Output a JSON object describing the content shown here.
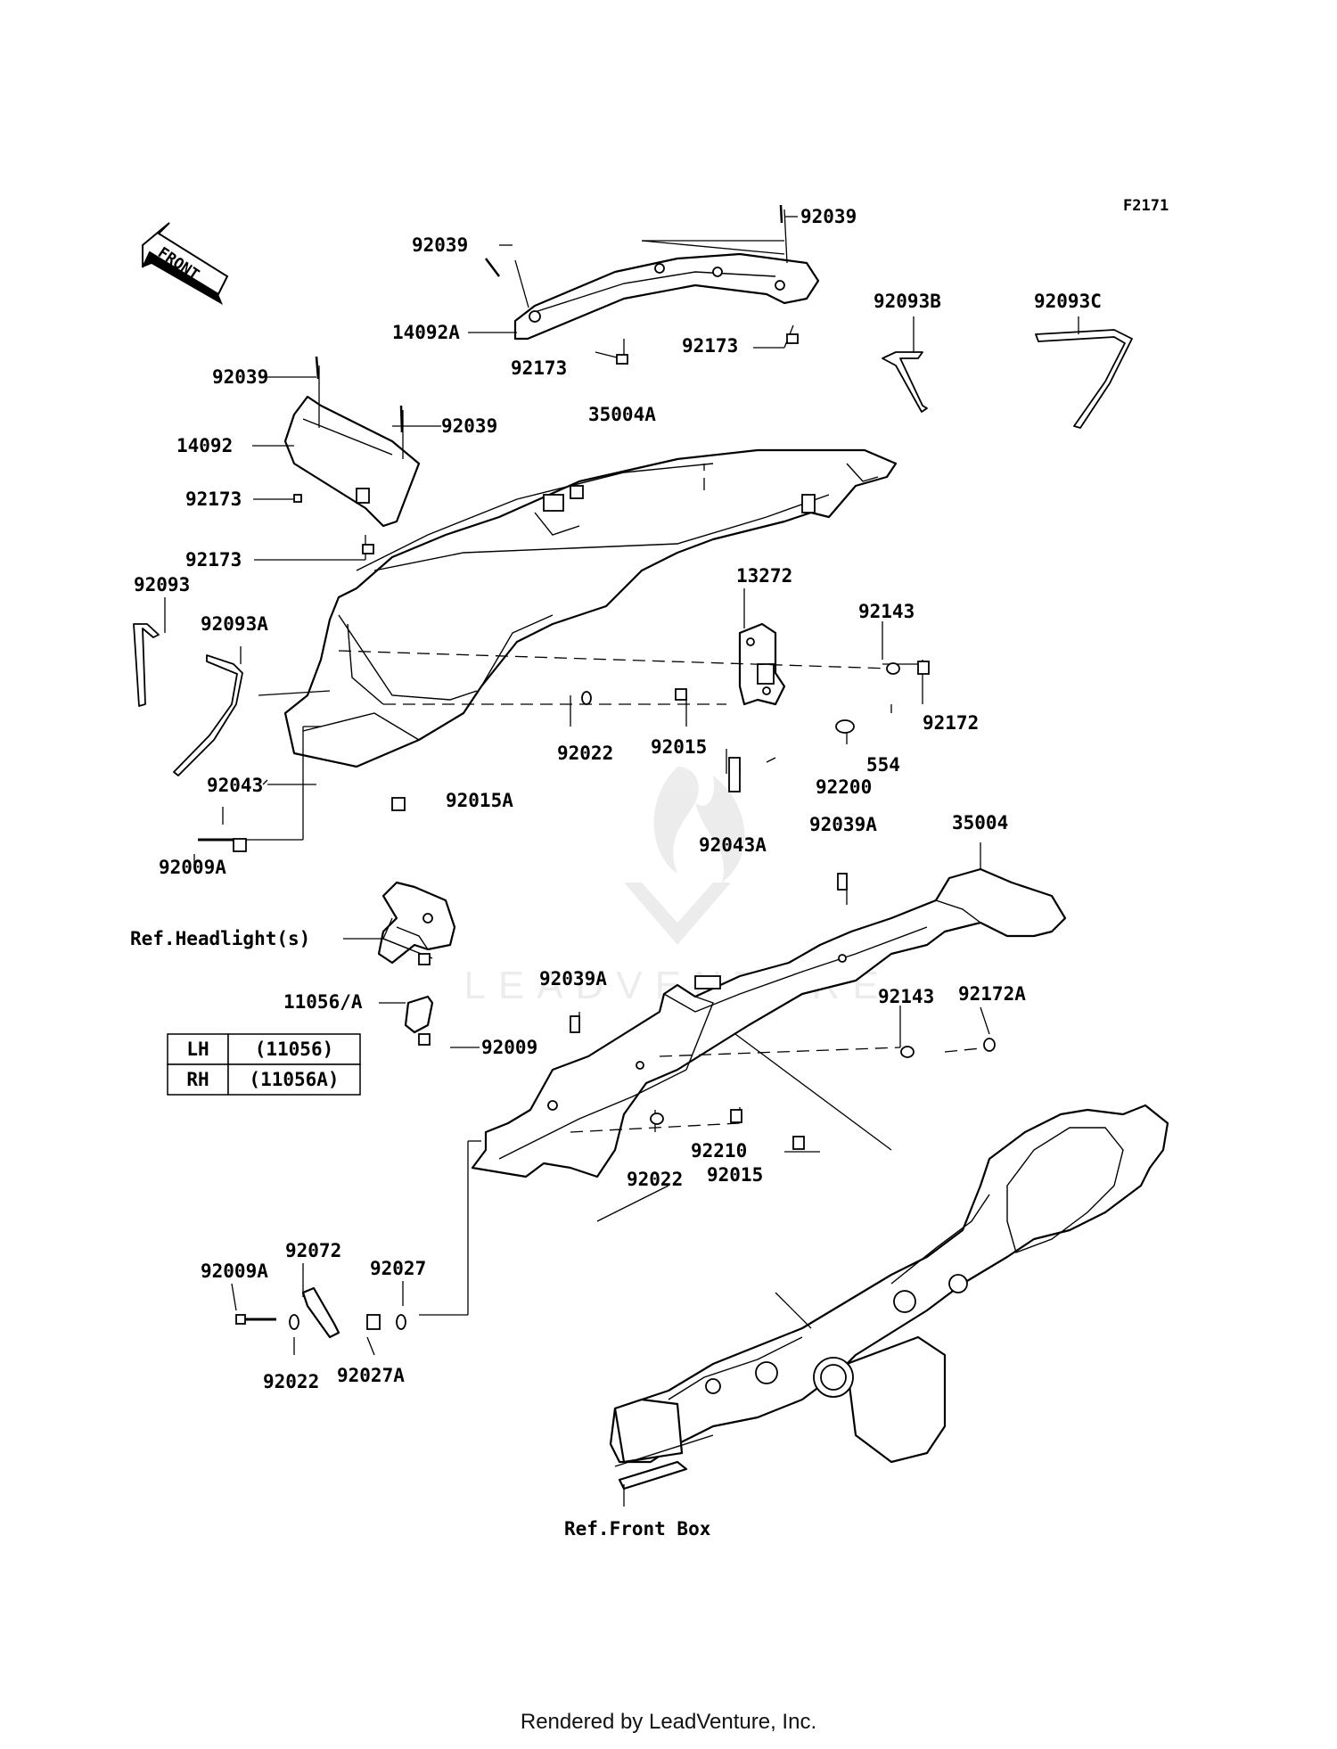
{
  "diagram": {
    "code": "F2171",
    "front_arrow": "FRONT",
    "callouts": {
      "p92039_top": "92039",
      "p92039_mid": "92039",
      "p92039_left": "92039",
      "p92039_left2": "92039",
      "p14092A": "14092A",
      "p92173_a": "92173",
      "p92173_b": "92173",
      "p92173_c": "92173",
      "p92173_d": "92173",
      "p14092": "14092",
      "p92093B": "92093B",
      "p92093C": "92093C",
      "p35004A": "35004A",
      "p92093": "92093",
      "p92093A": "92093A",
      "p13272": "13272",
      "p92143_top": "92143",
      "p92172": "92172",
      "p554": "554",
      "p92200": "92200",
      "p92022_top": "92022",
      "p92015_top": "92015",
      "p92043": "92043",
      "p92015A": "92015A",
      "p92009A_top": "92009A",
      "p92043A": "92043A",
      "p92039A_top": "92039A",
      "p35004": "35004",
      "p_ref_headlight": "Ref.Headlight(s)",
      "p92039A_mid": "92039A",
      "p92143_mid": "92143",
      "p92172A": "92172A",
      "p11056A": "11056/A",
      "p92009": "92009",
      "p92022_mid": "92022",
      "p92015_mid": "92015",
      "p92210": "92210",
      "p92072": "92072",
      "p92027": "92027",
      "p92009A_bot": "92009A",
      "p92022_bot": "92022",
      "p92027A": "92027A",
      "p_ref_front_box": "Ref.Front Box"
    },
    "side_table": [
      {
        "side": "LH",
        "part": "(11056)"
      },
      {
        "side": "RH",
        "part": "(11056A)"
      }
    ],
    "watermark": "LEADVENTURE"
  },
  "footer": "Rendered by LeadVenture, Inc."
}
